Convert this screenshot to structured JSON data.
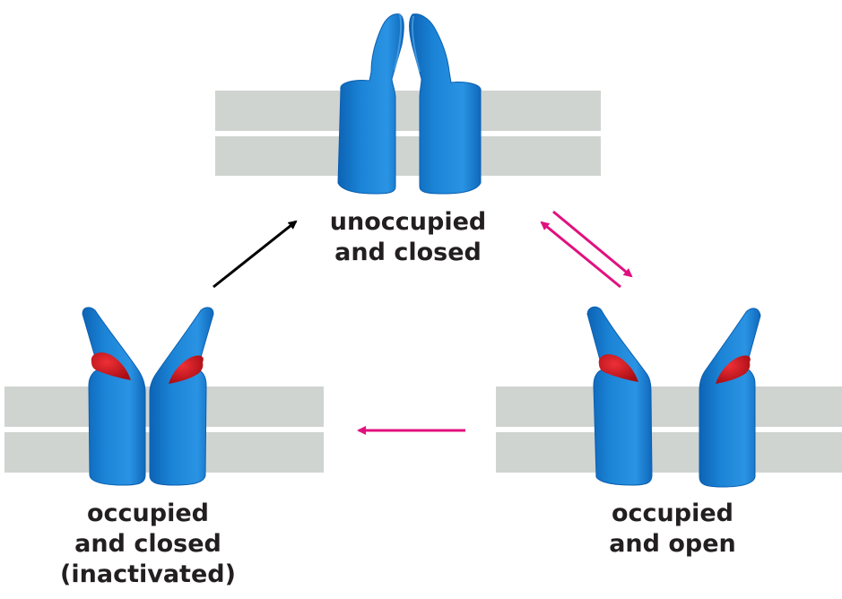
{
  "diagram": {
    "states": [
      {
        "id": "unoccupied-closed",
        "lines": [
          "unoccupied",
          "and closed"
        ]
      },
      {
        "id": "occupied-open",
        "lines": [
          "occupied",
          "and open"
        ]
      },
      {
        "id": "occupied-closed",
        "lines": [
          "occupied",
          "and closed",
          "(inactivated)"
        ]
      }
    ],
    "transitions": [
      {
        "from": "unoccupied-closed",
        "to": "occupied-open",
        "style": "reversible",
        "color": "#e0117f"
      },
      {
        "from": "occupied-open",
        "to": "occupied-closed",
        "style": "single",
        "color": "#e0117f"
      },
      {
        "from": "occupied-closed",
        "to": "unoccupied-closed",
        "style": "single",
        "color": "#000000"
      }
    ],
    "colors": {
      "membrane": "#cfd4d1",
      "channel": "#1b84d6",
      "channel_dark": "#0b5fb0",
      "ligand": "#d0121b",
      "text": "#231f20"
    }
  }
}
